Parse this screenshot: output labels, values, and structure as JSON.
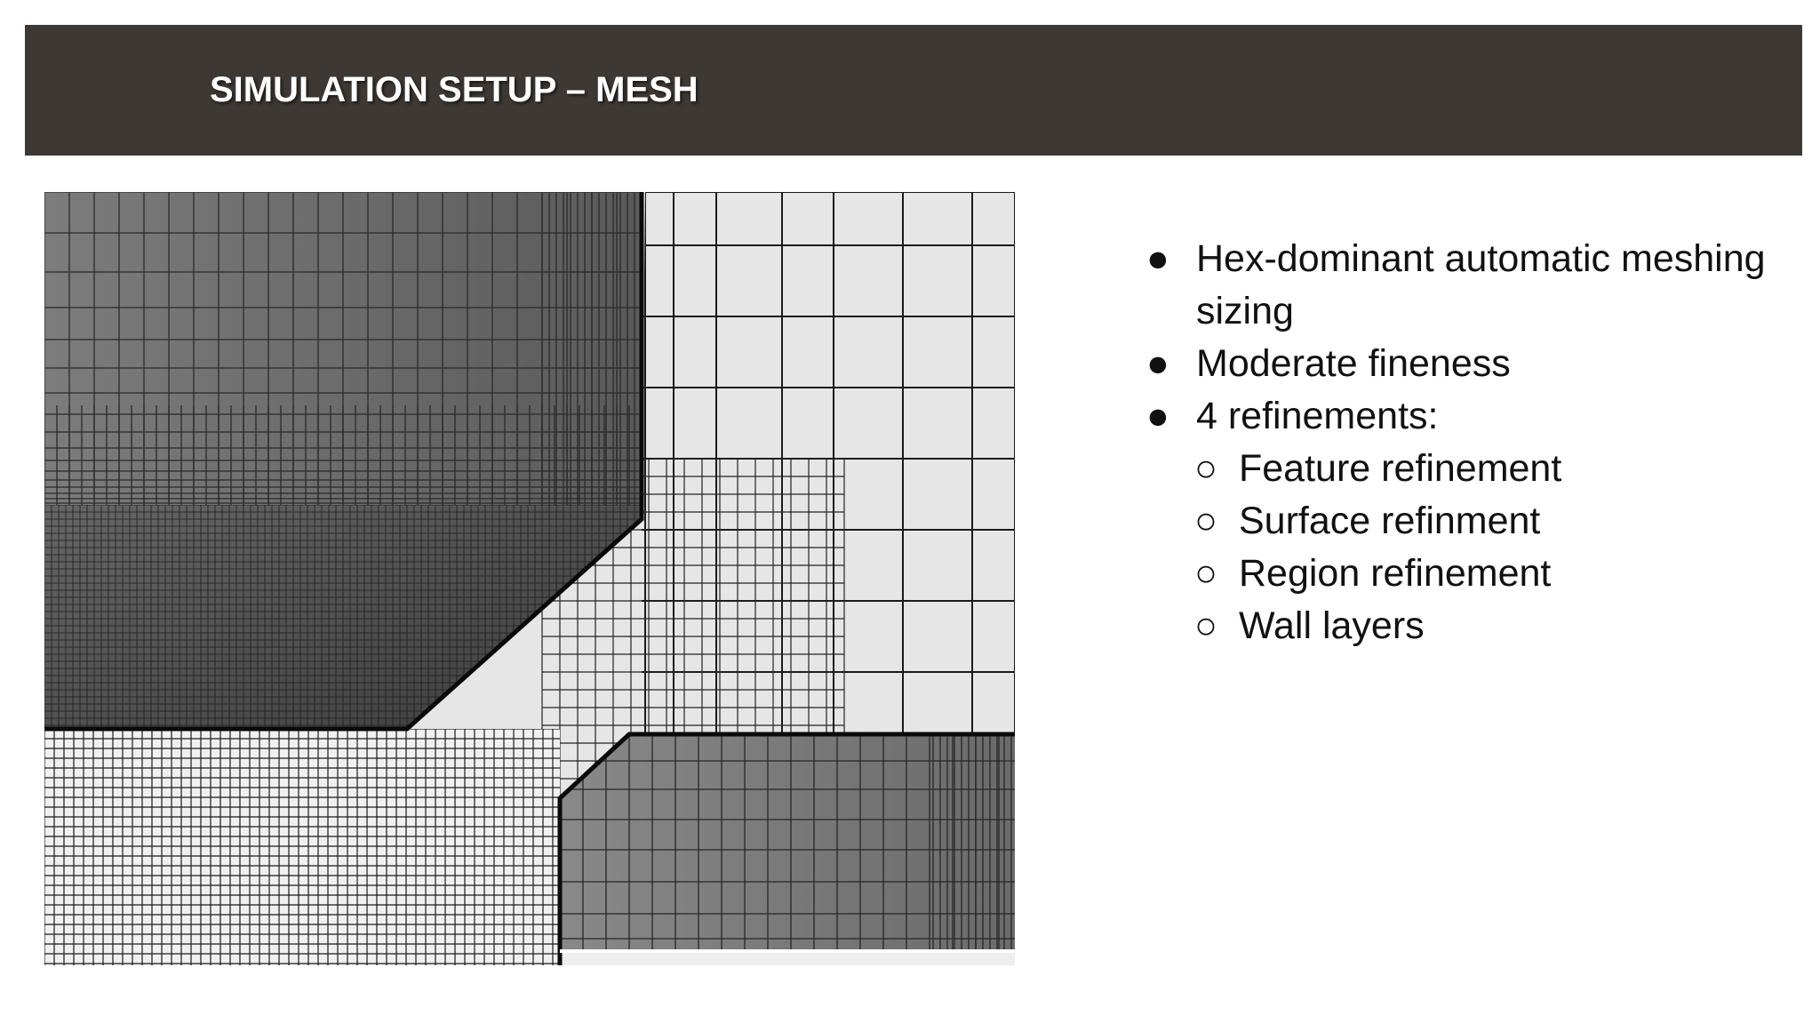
{
  "slide": {
    "title": "SIMULATION SETUP – MESH"
  },
  "bullets": [
    {
      "text": "Hex-dominant automatic meshing sizing",
      "level": 1
    },
    {
      "text": "Moderate fineness",
      "level": 1
    },
    {
      "text": "4 refinements:",
      "level": 1
    },
    {
      "text": "Feature refinement",
      "level": 2
    },
    {
      "text": "Surface refinment",
      "level": 2
    },
    {
      "text": "Region refinement",
      "level": 2
    },
    {
      "text": "Wall layers",
      "level": 2
    }
  ],
  "glyphs": {
    "level1_marker": "●",
    "level2_marker": "○"
  },
  "colors": {
    "title_bar": "#3d3834",
    "title_text": "#ffffff",
    "body_text": "#111111"
  }
}
